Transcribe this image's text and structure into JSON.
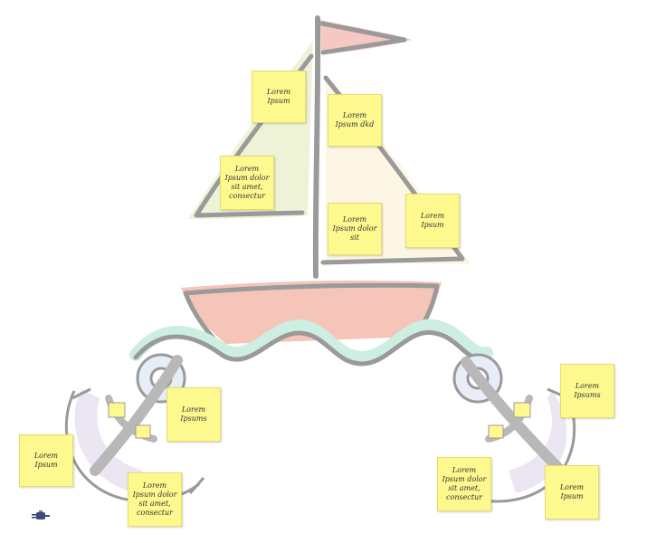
{
  "notes": [
    {
      "text": "Lorem Ipsum"
    },
    {
      "text": "Lorem Ipsum dkd"
    },
    {
      "text": "Lorem Ipsum dolor sit amet, consectur"
    },
    {
      "text": "Lorem Ipsum dolor sit"
    },
    {
      "text": "Lorem Ipsum"
    },
    {
      "text": "Lorem Ipsums"
    },
    {
      "text": "Lorem Ipsum"
    },
    {
      "text": "Lorem Ipsum dolor sit amet, consectur"
    },
    {
      "text": "Lorem Ipsums"
    },
    {
      "text": "Lorem Ipsum dolor sit amet, consectur"
    },
    {
      "text": "Lorem Ipsum"
    }
  ],
  "colors": {
    "note_fill": "#fdf98f",
    "outline": "#9a9a9a",
    "hull": "#f4c5b8",
    "flag": "#f6c8c4",
    "sail_left": "#eef3d8",
    "sail_right": "#fdf6e4",
    "wave": "#cdeee0",
    "anchor_fill": "#ece6f2"
  },
  "icons": {
    "tool": "connector-plug-icon"
  }
}
